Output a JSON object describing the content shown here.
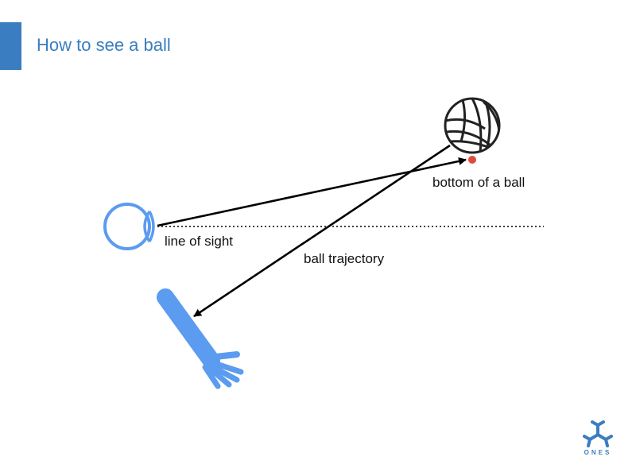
{
  "slide": {
    "title": "How to see a ball",
    "accent_color": "#3a7dc0",
    "icon_color": "#5b9bf0",
    "marker_color": "#e04a3a"
  },
  "diagram": {
    "labels": {
      "bottom_of_ball": "bottom of a ball",
      "line_of_sight": "line of sight",
      "ball_trajectory": "ball trajectory"
    },
    "icons": [
      "eye-icon",
      "volleyball-icon",
      "arm-hand-icon"
    ]
  },
  "logo": {
    "text": "ONES"
  }
}
